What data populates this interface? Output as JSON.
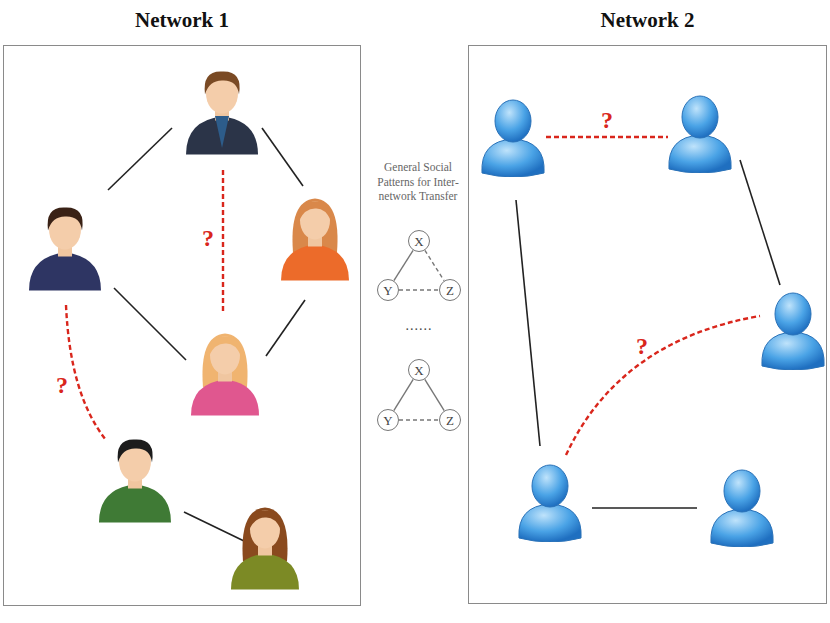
{
  "diagram": {
    "nodes": [
      {
        "text": [
          "Network 1"
        ]
      },
      {
        "text": [
          "Network 2"
        ]
      },
      {
        "text": [
          "X"
        ]
      },
      {
        "text": [
          "Y"
        ]
      },
      {
        "text": [
          "Z"
        ]
      },
      {
        "text": [
          "X"
        ]
      },
      {
        "text": [
          "Y"
        ]
      },
      {
        "text": [
          "Z"
        ]
      }
    ],
    "edges": [
      {
        "from": 2,
        "to": 3,
        "arrow": "none"
      },
      {
        "from": 2,
        "to": 4,
        "arrow": "none"
      },
      {
        "from": 3,
        "to": 4,
        "arrow": "none"
      },
      {
        "from": 5,
        "to": 6,
        "arrow": "none"
      },
      {
        "from": 5,
        "to": 7,
        "arrow": "none"
      },
      {
        "from": 6,
        "to": 7,
        "arrow": "none"
      }
    ],
    "labels": [
      "General Social Patterns for Inter-network Transfer",
      "?",
      "?",
      "?",
      "?",
      "......"
    ]
  }
}
